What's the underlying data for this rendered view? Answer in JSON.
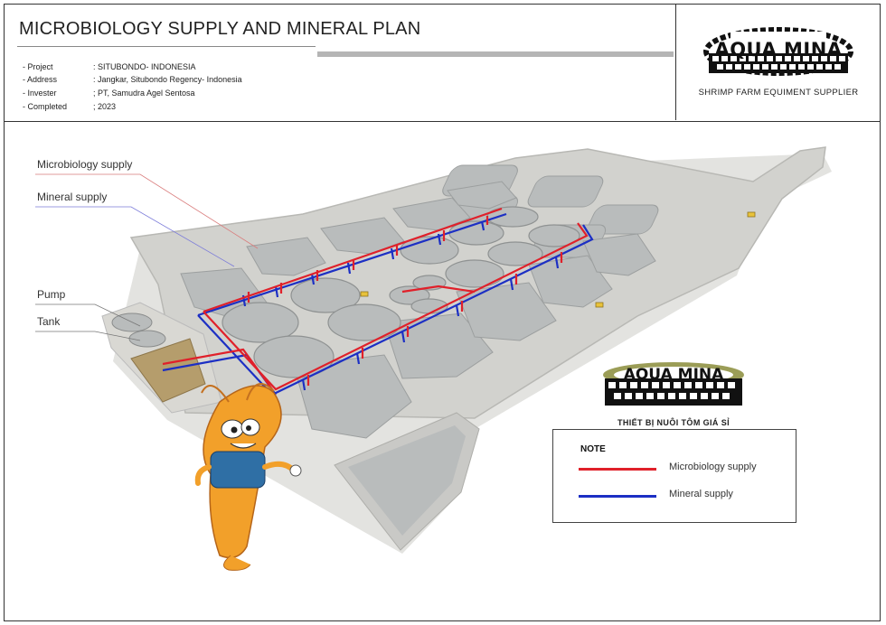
{
  "header": {
    "title": "MICROBIOLOGY SUPPLY AND MINERAL PLAN",
    "info": [
      {
        "key": "- Project",
        "value": ": SITUBONDO- INDONESIA"
      },
      {
        "key": "- Address",
        "value": ": Jangkar, Situbondo Regency- Indonesia"
      },
      {
        "key": "- Invester",
        "value": "; PT, Samudra Agel Sentosa"
      },
      {
        "key": "- Completed",
        "value": "; 2023"
      }
    ]
  },
  "logo": {
    "brand": "AQUA MINA",
    "tagline": "SHRIMP FARM EQUIMENT SUPPLIER"
  },
  "callouts": {
    "microbiology": "Microbiology supply",
    "mineral": "Mineral supply",
    "pump": "Pump",
    "tank": "Tank"
  },
  "brand2": {
    "name": "AQUA MINA",
    "tagline": "THIẾT BỊ NUÔI TÔM GIÁ SỈ"
  },
  "legend": {
    "title": "NOTE",
    "items": [
      {
        "label": "Microbiology supply",
        "color": "#e0202a"
      },
      {
        "label": "Mineral supply",
        "color": "#1c2fc4"
      }
    ]
  },
  "colors": {
    "microbiology": "#e0202a",
    "mineral": "#1c2fc4",
    "platform": "#cfcfcb",
    "pond": "#b9bcbc"
  }
}
